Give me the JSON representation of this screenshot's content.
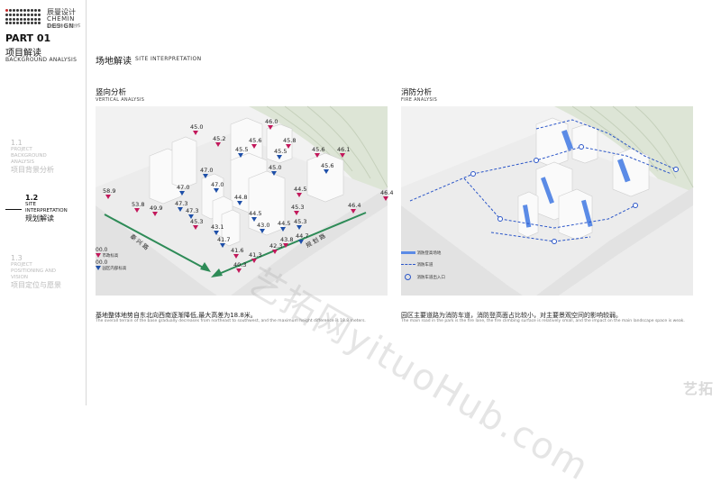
{
  "brand": {
    "name_cn": "辰曼设计",
    "name_en": "CHEMIN DESIGN",
    "tagline": "职业园林 匠意创作"
  },
  "part": {
    "number": "PART 01",
    "title_cn": "项目解读",
    "title_en": "BACKGROUND ANALYSIS"
  },
  "nav": [
    {
      "num": "1.1",
      "en_lines": [
        "PROJECT",
        "BACKGROUND",
        "ANALYSIS"
      ],
      "cn": "项目背景分析",
      "active": false
    },
    {
      "num": "1.2",
      "en_lines": [
        "SITE",
        "INTERPRETATION"
      ],
      "cn": "规划解读",
      "active": true
    },
    {
      "num": "1.3",
      "en_lines": [
        "PROJECT",
        "POSITIONING AND",
        "VISION"
      ],
      "cn": "项目定位与愿景",
      "active": false
    }
  ],
  "page": {
    "title_cn": "场地解读",
    "title_en": "SITE INTERPRETATION"
  },
  "vertical": {
    "title_cn": "竖向分析",
    "title_en": "VERTICAL ANALYSIS",
    "legend": [
      {
        "value": "00.0",
        "label": "市政标高",
        "color": "#c2185b"
      },
      {
        "value": "00.0",
        "label": "园区内部标高",
        "color": "#1e4fa8"
      }
    ],
    "road_labels": [
      "泰 兴 路",
      "规 划 路"
    ],
    "elevations": [
      {
        "v": "45.0",
        "c": "#c2185b"
      },
      {
        "v": "46.0",
        "c": "#c2185b"
      },
      {
        "v": "45.2",
        "c": "#c2185b"
      },
      {
        "v": "45.6",
        "c": "#c2185b"
      },
      {
        "v": "45.8",
        "c": "#c2185b"
      },
      {
        "v": "45.5",
        "c": "#1e4fa8"
      },
      {
        "v": "45.5",
        "c": "#1e4fa8"
      },
      {
        "v": "45.6",
        "c": "#c2185b"
      },
      {
        "v": "46.1",
        "c": "#c2185b"
      },
      {
        "v": "45.0",
        "c": "#1e4fa8"
      },
      {
        "v": "45.6",
        "c": "#1e4fa8"
      },
      {
        "v": "47.0",
        "c": "#1e4fa8"
      },
      {
        "v": "47.0",
        "c": "#1e4fa8"
      },
      {
        "v": "47.0",
        "c": "#1e4fa8"
      },
      {
        "v": "58.9",
        "c": "#c2185b"
      },
      {
        "v": "47.3",
        "c": "#1e4fa8"
      },
      {
        "v": "44.8",
        "c": "#1e4fa8"
      },
      {
        "v": "44.5",
        "c": "#c2185b"
      },
      {
        "v": "46.4",
        "c": "#c2185b"
      },
      {
        "v": "53.8",
        "c": "#c2185b"
      },
      {
        "v": "49.9",
        "c": "#c2185b"
      },
      {
        "v": "47.3",
        "c": "#1e4fa8"
      },
      {
        "v": "44.5",
        "c": "#1e4fa8"
      },
      {
        "v": "45.3",
        "c": "#c2185b"
      },
      {
        "v": "46.4",
        "c": "#c2185b"
      },
      {
        "v": "45.3",
        "c": "#c2185b"
      },
      {
        "v": "43.1",
        "c": "#1e4fa8"
      },
      {
        "v": "43.0",
        "c": "#1e4fa8"
      },
      {
        "v": "44.5",
        "c": "#1e4fa8"
      },
      {
        "v": "45.3",
        "c": "#1e4fa8"
      },
      {
        "v": "41.7",
        "c": "#1e4fa8"
      },
      {
        "v": "44.7",
        "c": "#1e4fa8"
      },
      {
        "v": "43.8",
        "c": "#c2185b"
      },
      {
        "v": "41.6",
        "c": "#c2185b"
      },
      {
        "v": "41.3",
        "c": "#c2185b"
      },
      {
        "v": "42.3",
        "c": "#c2185b"
      },
      {
        "v": "40.3",
        "c": "#c2185b"
      }
    ],
    "caption_cn": "基地整体地势自东北向西南逐渐降低,最大高差为18.8米。",
    "caption_en": "The overall terrain of the base gradually decreases from northeast to southwest, and the maximum height difference is 18.8 meters."
  },
  "fire": {
    "title_cn": "消防分析",
    "title_en": "FIRE ANALYSIS",
    "legend": [
      {
        "label": "消防登高场地",
        "type": "bar"
      },
      {
        "label": "消防车道",
        "type": "dash"
      },
      {
        "label": "消防车道出入口",
        "type": "circle"
      }
    ],
    "caption_cn": "园区主要道路为消防车道，消防登高面占比较小，对主要景观空间的影响较弱。",
    "caption_en": "The main road in the park is the fire lane, the fire climbing surface is relatively small, and the impact on the main landscape space is weak."
  },
  "watermark": "艺拓网yituoHub.com",
  "corner_logo": "艺拓",
  "colors": {
    "city_marker": "#c2185b",
    "park_marker": "#1e4fa8",
    "arrow_green": "#2e8b57",
    "fire_blue": "#4a7de0"
  }
}
